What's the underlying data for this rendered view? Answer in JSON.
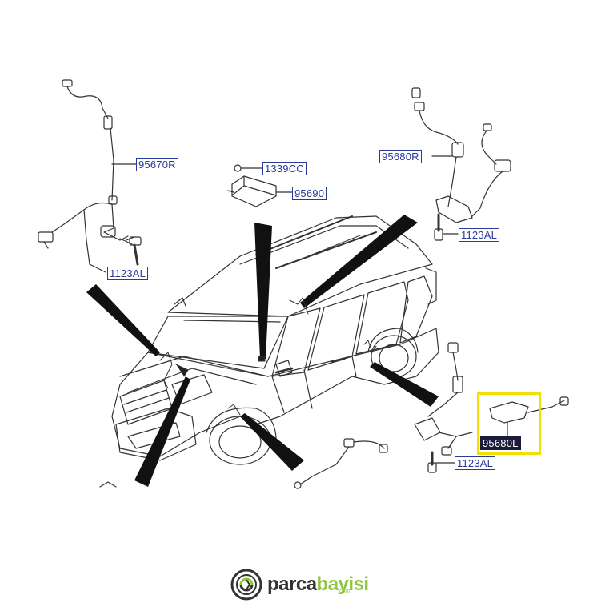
{
  "diagram": {
    "labels": {
      "sensor_rear_right": "95670R",
      "bolt_front_left": "1123AL",
      "screw": "1339CC",
      "module": "95690",
      "sensor_front_right": "95680R",
      "bolt_front_right": "1123AL",
      "sensor_front_left": "95680L",
      "bolt_rear": "1123AL"
    },
    "selected_part": "95680L",
    "highlight_color": "#f2e000"
  },
  "branding": {
    "logo_text_part1": "parca",
    "logo_text_part2": "bayisi",
    "logo_domain": ".com",
    "brand_dark": "#333333",
    "brand_green": "#8dc63f"
  }
}
